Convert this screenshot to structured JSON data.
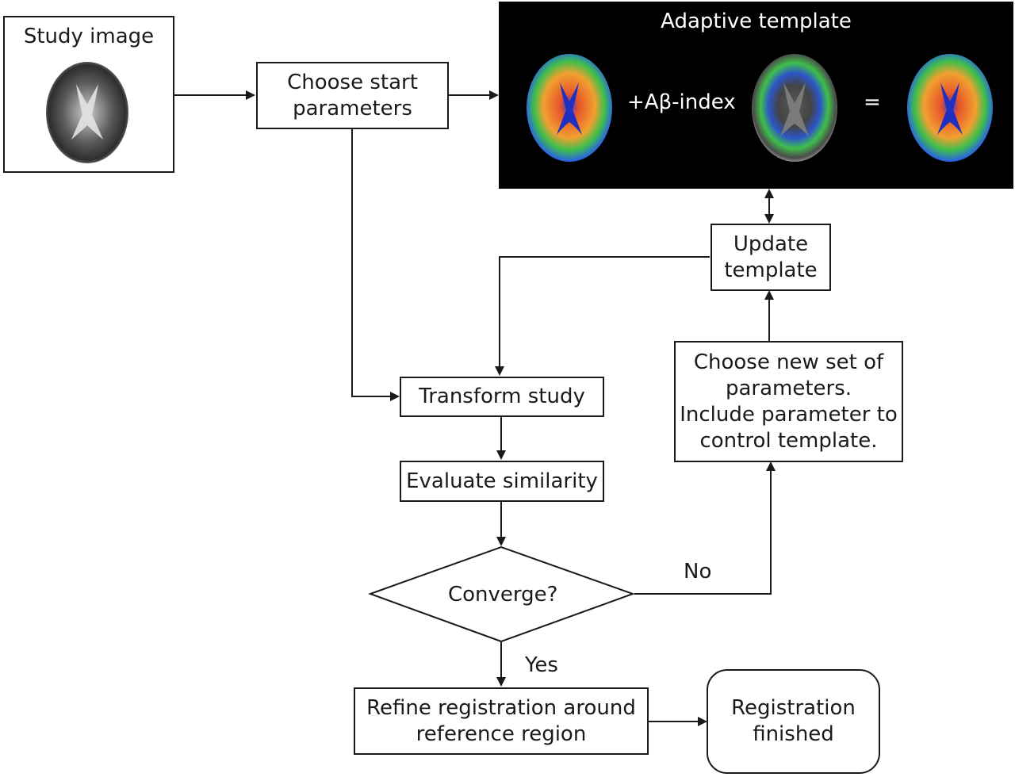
{
  "study": {
    "label": "Study image"
  },
  "nodes": {
    "start": "Choose start\nparameters",
    "transform": "Transform study",
    "evaluate": "Evaluate similarity",
    "converge": "Converge?",
    "refine": "Refine registration around\nreference region",
    "finished": "Registration\nfinished",
    "update": "Update\ntemplate",
    "new_params": "Choose new set of\nparameters.\nInclude parameter to\ncontrol template."
  },
  "template_panel": {
    "title": "Adaptive template",
    "plus": "+Aβ-index",
    "equals": "="
  },
  "edges": {
    "no": "No",
    "yes": "Yes"
  },
  "colors": {
    "line": "#1a1a1a",
    "panel_bg": "#000000",
    "panel_text": "#ffffff",
    "pet_red": "#e8552a",
    "pet_green": "#3fbf4a",
    "pet_blue": "#1f3fd0"
  }
}
